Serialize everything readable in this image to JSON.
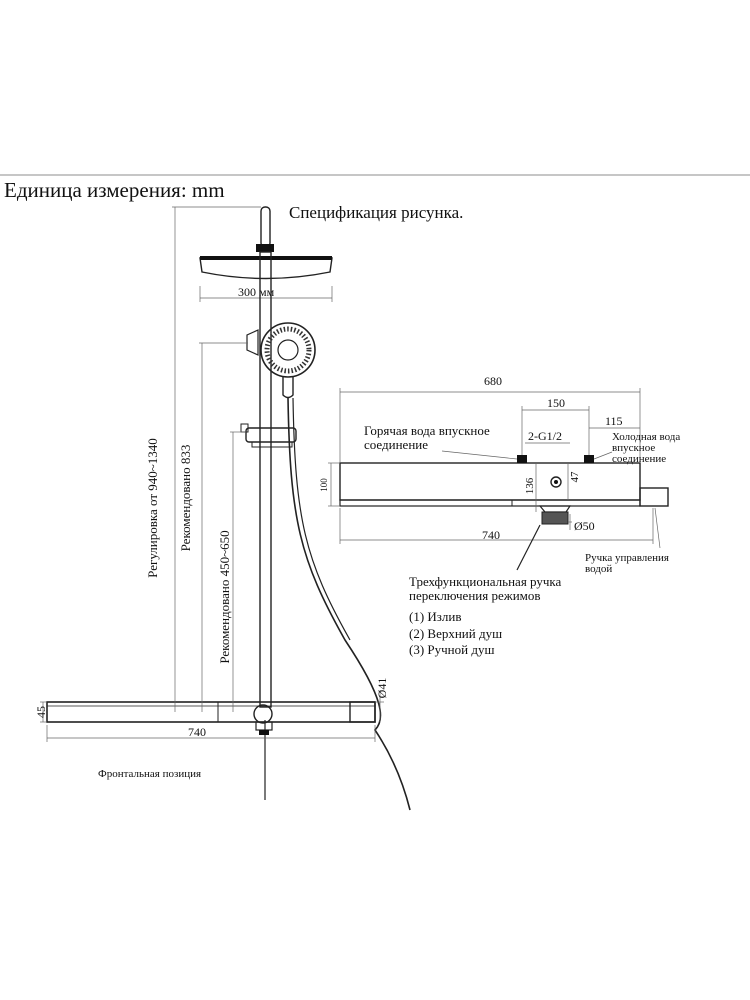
{
  "header": {
    "unit_label": "Единица измерения: mm",
    "spec_title": "Спецификация рисунка."
  },
  "front_view": {
    "caption": "Фронтальная позиция",
    "head_width": "300 мм",
    "adjust_height": "Регулировка от 940~1340",
    "recommended_833": "Рекомендовано 833",
    "recommended_range": "Рекомендовано 450~650",
    "bar_height": "45",
    "bar_width": "740",
    "end_diameter": "Ø41"
  },
  "top_view": {
    "total_width": "680",
    "inlet_spacing": "150",
    "right_offset": "115",
    "thread": "2-G1/2",
    "hot_inlet": [
      "Горячая вода впускное",
      "соединение"
    ],
    "cold_inlet": [
      "Холодная вода",
      "впускное",
      "соединение"
    ],
    "height": "100",
    "depth": "136",
    "knob_offset": "47",
    "width": "740",
    "diverter_diameter": "Ø50",
    "control_handle": [
      "Ручка управления",
      "водой"
    ],
    "diverter_label": [
      "Трехфункциональная ручка",
      "переключения режимов"
    ],
    "modes": [
      "(1) Излив",
      "(2) Верхний душ",
      "(3) Ручной душ"
    ]
  },
  "colors": {
    "line": "#222222",
    "dimension": "#666666",
    "fill": "#111111"
  }
}
